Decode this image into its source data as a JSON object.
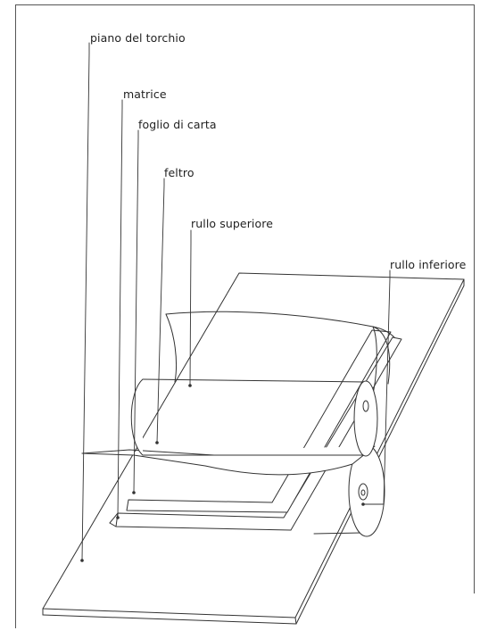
{
  "diagram": {
    "labels": {
      "piano": "piano del torchio",
      "matrice": "matrice",
      "foglio": "foglio di carta",
      "feltro": "feltro",
      "rullo_superiore": "rullo superiore",
      "rullo_inferiore": "rullo inferiore"
    },
    "stroke_color": "#333333"
  }
}
